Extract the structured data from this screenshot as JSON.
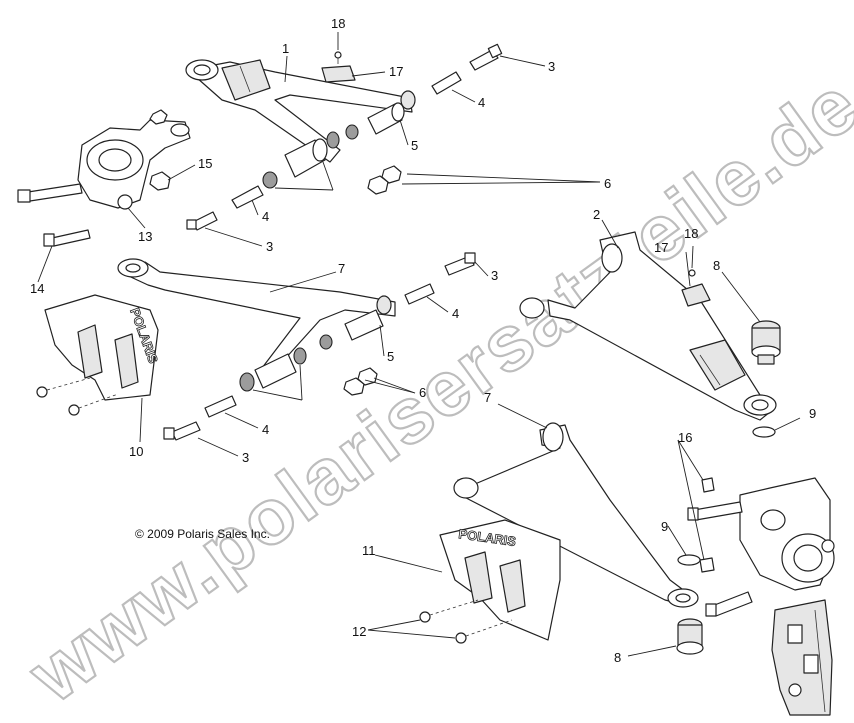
{
  "diagram": {
    "copyright": "© 2009 Polaris Sales Inc.",
    "watermark": "www.polarisersatzteile.de",
    "brand_logo": "POLARIS",
    "callouts": {
      "c1": "1",
      "c2": "2",
      "c3a": "3",
      "c3b": "3",
      "c3c": "3",
      "c3d": "3",
      "c4a": "4",
      "c4b": "4",
      "c4c": "4",
      "c4d": "4",
      "c5a": "5",
      "c5b": "5",
      "c6a": "6",
      "c6b": "6",
      "c7a": "7",
      "c7b": "7",
      "c8a": "8",
      "c8b": "8",
      "c9a": "9",
      "c9b": "9",
      "c10": "10",
      "c11": "11",
      "c12": "12",
      "c13": "13",
      "c14": "14",
      "c15": "15",
      "c16": "16",
      "c17a": "17",
      "c17b": "17",
      "c18a": "18",
      "c18b": "18"
    }
  }
}
